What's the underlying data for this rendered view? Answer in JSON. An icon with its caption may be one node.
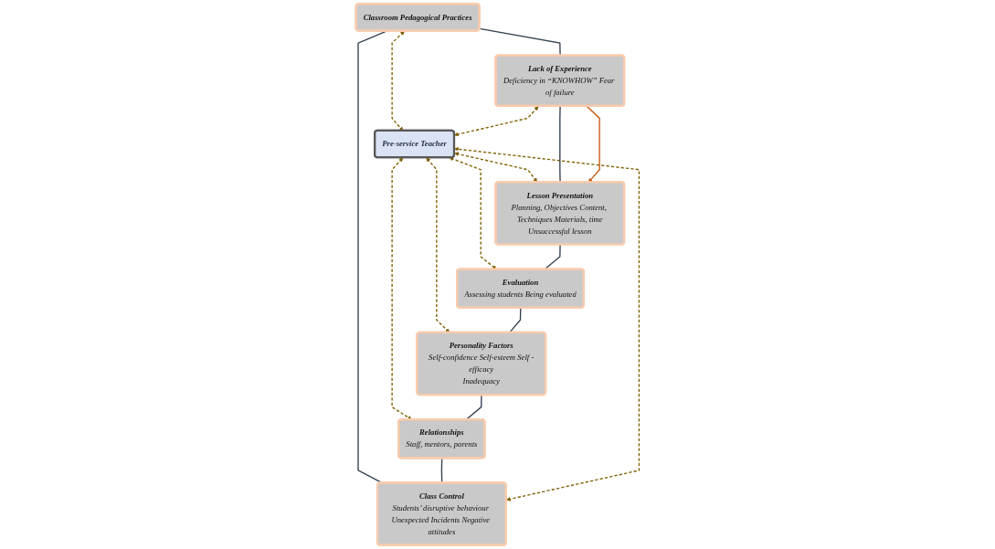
{
  "diagram": {
    "nodes": [
      {
        "text": [
          "Classroom Pedagogical Practices"
        ]
      },
      {
        "text": [
          "Lack of Experience",
          "Deficiency in “KNOWHOW” Fear of failure"
        ]
      },
      {
        "text": [
          "Class Control",
          "Students’ disruptive behaviour Unexpected Incidents Negative attitudes"
        ]
      },
      {
        "text": [
          "Pre-service Teacher"
        ]
      },
      {
        "text": [
          "Lesson Presentation",
          "Planning, Objectives Content, Techniques Materials, time",
          "Unsuccessful lesson"
        ]
      },
      {
        "text": [
          "Relationships",
          "Staff, mentors, parents"
        ]
      },
      {
        "text": [
          "Personality Factors",
          "Self-confidence Self-esteem Self -efficacy",
          "Inadequacy"
        ]
      },
      {
        "text": [
          "Evaluation",
          "Assessing students Being evaluated"
        ]
      }
    ],
    "edges": [
      {
        "from": 0,
        "to": 3,
        "arrow": "both",
        "style": "dashed",
        "color": "#7f6000"
      },
      {
        "from": 2,
        "to": 3,
        "arrow": "both",
        "style": "dashed",
        "color": "#7f6000"
      },
      {
        "from": 1,
        "to": 3,
        "arrow": "both",
        "style": "dashed",
        "color": "#7f6000"
      },
      {
        "from": 3,
        "to": 4,
        "arrow": "both",
        "style": "dashed",
        "color": "#7f6000"
      },
      {
        "from": 3,
        "to": 5,
        "arrow": "both",
        "style": "dashed",
        "color": "#7f6000"
      },
      {
        "from": 3,
        "to": 6,
        "arrow": "both",
        "style": "dashed",
        "color": "#7f6000"
      },
      {
        "from": 3,
        "to": 7,
        "arrow": "both",
        "style": "dashed",
        "color": "#7f6000"
      },
      {
        "from": 0,
        "to": 2,
        "arrow": "none",
        "color": "#333f50"
      },
      {
        "from": 0,
        "to": 1,
        "arrow": "none",
        "color": "#333f50"
      },
      {
        "from": 1,
        "to": 4,
        "arrow": "none",
        "color": "#333f50"
      },
      {
        "from": 4,
        "to": 7,
        "arrow": "none",
        "color": "#333f50"
      },
      {
        "from": 7,
        "to": 6,
        "arrow": "none",
        "color": "#333f50"
      },
      {
        "from": 6,
        "to": 5,
        "arrow": "none",
        "color": "#333f50"
      },
      {
        "from": 5,
        "to": 2,
        "arrow": "none",
        "color": "#333f50"
      },
      {
        "from": 1,
        "to": 4,
        "arrow": "to",
        "color": "#c55a11"
      }
    ]
  }
}
